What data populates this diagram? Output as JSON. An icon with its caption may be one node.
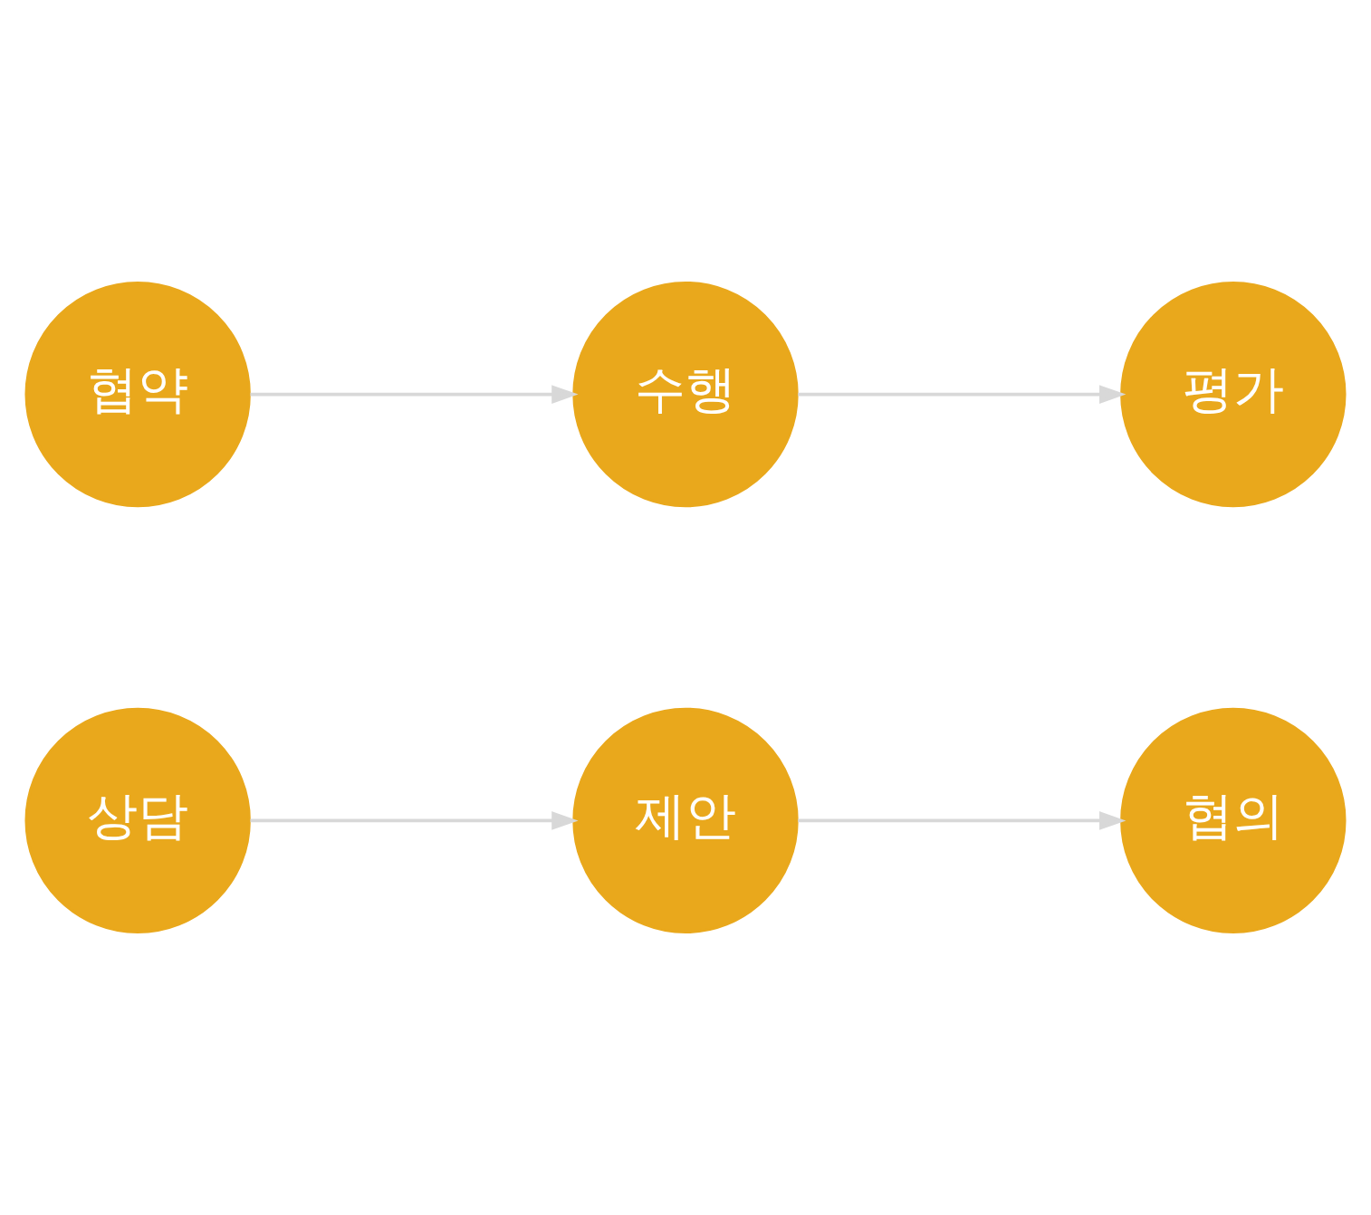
{
  "diagram": {
    "nodes": [
      {
        "text": [
          "상담"
        ]
      },
      {
        "text": [
          "제안"
        ]
      },
      {
        "text": [
          "협의"
        ]
      },
      {
        "text": [
          "협약"
        ]
      },
      {
        "text": [
          "수행"
        ]
      },
      {
        "text": [
          "평가"
        ]
      }
    ],
    "edges": [
      {
        "from": 0,
        "to": 1,
        "arrow": "to"
      },
      {
        "from": 1,
        "to": 2,
        "arrow": "to"
      },
      {
        "from": 3,
        "to": 4,
        "arrow": "to"
      },
      {
        "from": 4,
        "to": 5,
        "arrow": "to"
      }
    ]
  }
}
